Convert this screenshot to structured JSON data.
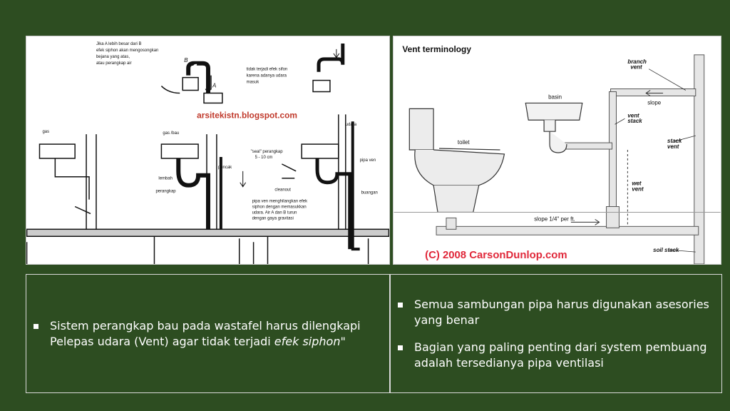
{
  "slide": {
    "background_color": "#2d4d21",
    "text_color": "#ffffff"
  },
  "left_figure": {
    "watermark": "arsitekistn.blogspot.com",
    "top_note_left": [
      "Jika A lebih besar dari B",
      "efek siphon akan mengosongkan",
      "bejana yang atas,",
      "atau perangkap air"
    ],
    "top_note_right": [
      "tidak terjadi efek sifon",
      "karena adanya udara",
      "masuk"
    ],
    "label_a": "A",
    "label_b": "B",
    "label_gas": "gas",
    "label_gas_bau": "gas /bau",
    "label_puncak": "puncak",
    "label_lembah": "lembah",
    "label_perangkap": "perangkap",
    "label_seal": [
      "\"seal\" perangkap",
      "5 - 10 cm"
    ],
    "label_pipa_ven": "pipa ven",
    "label_udara": "udara",
    "label_cleanout": "cleanout",
    "label_buangan": "buangan",
    "pipe_note": [
      "pipa ven menghilangkan efek",
      "siphon dengan memasukkan",
      "udara. Air A dan B turun",
      "dengan gaya gravitasi"
    ]
  },
  "right_figure": {
    "title": "Vent terminology",
    "label_basin": "basin",
    "label_toilet": "toilet",
    "label_branch_vent": [
      "branch",
      "vent"
    ],
    "label_slope": "slope",
    "label_vent_stack": [
      "vent",
      "stack"
    ],
    "label_stack_vent": [
      "stack",
      "vent"
    ],
    "label_wet_vent": [
      "wet",
      "vent"
    ],
    "label_slope_quarter": "slope 1/4\" per ft.",
    "label_soil_stack": "soil stack",
    "copyright": "(C) 2008 CarsonDunlop.com"
  },
  "left_box": {
    "bullet_text": "Sistem perangkap bau pada wastafel harus dilengkapi Pelepas udara  (Vent) agar tidak terjadi",
    "bullet_italic": "efek siphon\""
  },
  "right_box": {
    "bullets": [
      "Semua sambungan pipa harus digunakan asesories  yang benar",
      "Bagian yang paling penting dari system pembuang adalah tersedianya pipa ventilasi"
    ]
  }
}
